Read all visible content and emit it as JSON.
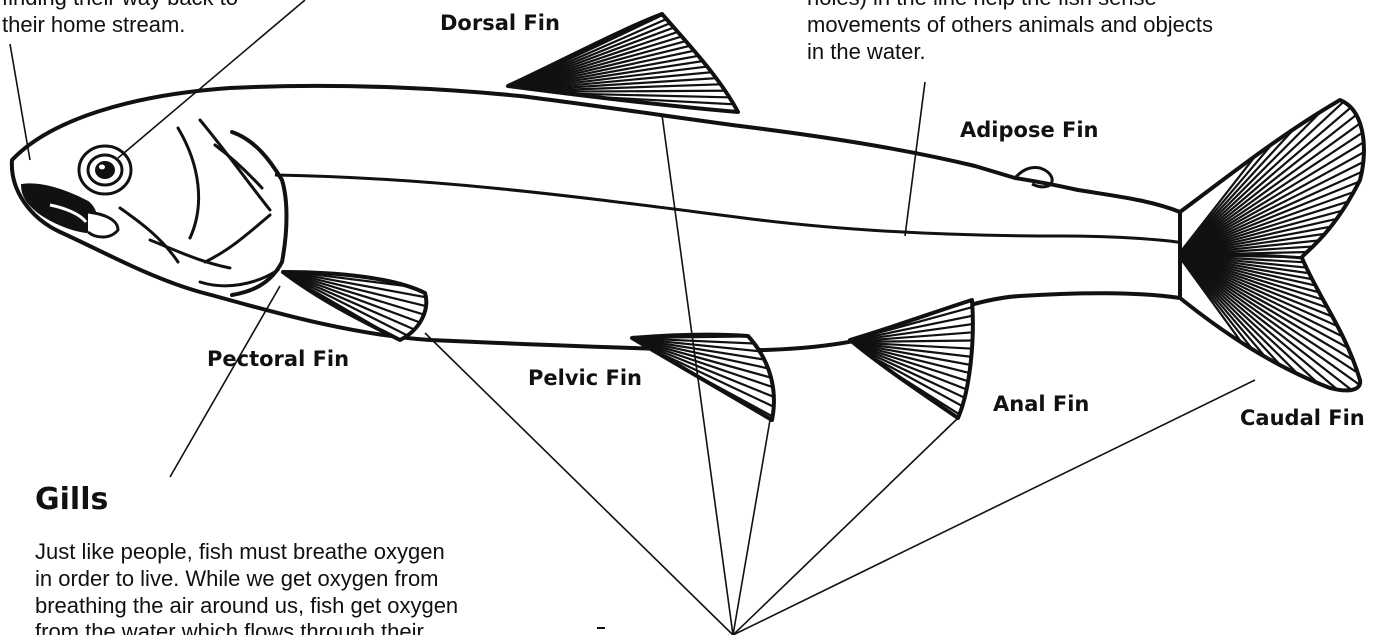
{
  "labels": {
    "dorsal_fin": "Dorsal Fin",
    "adipose_fin": "Adipose Fin",
    "pectoral_fin": "Pectoral Fin",
    "pelvic_fin": "Pelvic Fin",
    "anal_fin": "Anal Fin",
    "caudal_fin": "Caudal Fin",
    "gills": "Gills"
  },
  "notes": {
    "eye_note": [
      "finding their way back to",
      "their home stream."
    ],
    "lateral_line_note": [
      "holes) in the line help the fish sense",
      "movements of others animals and objects",
      "in the water."
    ],
    "gills_note": [
      "Just like people, fish must breathe oxygen",
      "in order to live. While we get oxygen from",
      "breathing the air around us, fish get oxygen",
      "from the water which flows through their"
    ]
  },
  "colors": {
    "ink": "#111111",
    "background": "#ffffff"
  }
}
